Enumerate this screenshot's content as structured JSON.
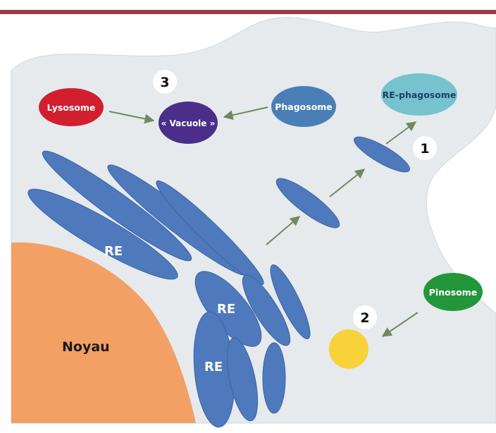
{
  "colors": {
    "top_rule": "#9b3a45",
    "cell": "#e6eaed",
    "cell_outline": "#d2d8dd",
    "nucleus": "#f2a064",
    "er": "#4f79bd",
    "er_edge": "#3d65a5",
    "arrow": "#6f8a5f",
    "lysosome": "#d11f30",
    "vacuole": "#4a2e8a",
    "phagosome": "#4a7fb6",
    "re_phagosome": "#76c3cf",
    "pinosome": "#23963a",
    "vesicle": "#f7d23a"
  },
  "labels": {
    "lysosome": "Lysosome",
    "vacuole": "« Vacuole »",
    "phagosome": "Phagosome",
    "re_phagosome": "RE-phagosome",
    "pinosome": "Pinosome",
    "nucleus": "Noyau",
    "re_1": "RE",
    "re_2": "RE",
    "re_3": "RE",
    "step_1": "1",
    "step_2": "2",
    "step_3": "3"
  }
}
